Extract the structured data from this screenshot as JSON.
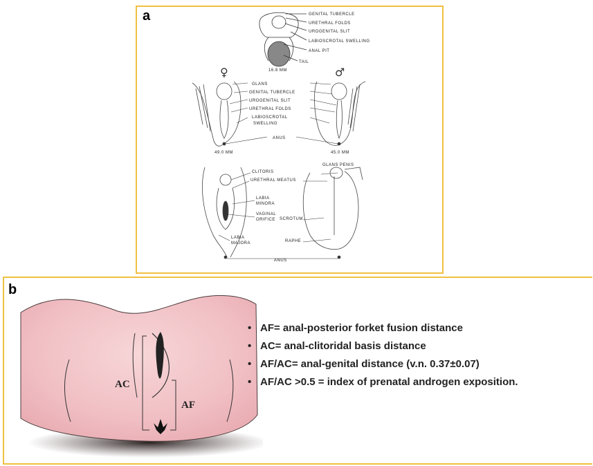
{
  "panel_a": {
    "letter": "a",
    "top_figure": {
      "labels": [
        "GENITAL TUBERCLE",
        "URETHRAL FOLDS",
        "UROGENITAL SLIT",
        "LABIOSCROTAL SWELLING",
        "ANAL PIT",
        "TAIL"
      ],
      "size": "16.8 MM"
    },
    "female_symbol": "♀",
    "male_symbol": "♂",
    "middle_figure": {
      "labels": [
        "GLANS",
        "GENITAL TUBERCLE",
        "UROGENITAL SLIT",
        "URETHRAL FOLDS",
        "LABIOSCROTAL",
        "SWELLING",
        "ANUS"
      ],
      "size_left": "49.0 MM",
      "size_right": "45.0 MM"
    },
    "bottom_figure": {
      "glans_penis": "GLANS PENIS",
      "clitoris": "CLITORIS",
      "urethral_meatus": "URETHRAL MEATUS",
      "labia_minora_1": "LABIA",
      "labia_minora_2": "MINORA",
      "vaginal_orifice_1": "VAGINAL",
      "vaginal_orifice_2": "ORIFICE",
      "scrotum": "SCROTUM",
      "labia_majora_1": "LABIA",
      "labia_majora_2": "MAJORA",
      "raphe": "RAPHE",
      "anus": "ANUS"
    }
  },
  "panel_b": {
    "letter": "b",
    "ac_label": "AC",
    "af_label": "AF",
    "bullets": [
      "AF= anal-posterior forket fusion distance",
      "AC= anal-clitoridal basis distance",
      "AF/AC= anal-genital distance (v.n. 0.37±0.07)",
      "AF/AC >0.5 = index of prenatal androgen exposition."
    ],
    "bullet_glyph": "•"
  },
  "colors": {
    "frame": "#f0c040",
    "skin": "#f3c9cc",
    "shadow": "#3a2f2f"
  }
}
